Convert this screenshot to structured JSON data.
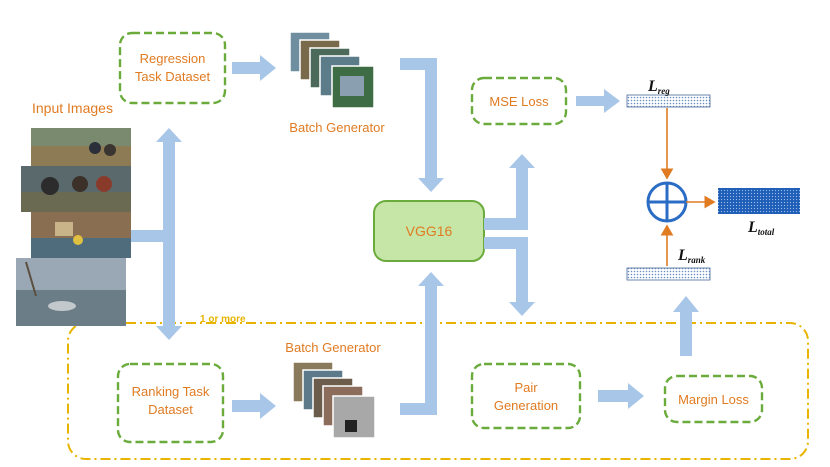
{
  "labels": {
    "input_images": "Input Images",
    "regression_l1": "Regression",
    "regression_l2": "Task Dataset",
    "batch_gen_top": "Batch Generator",
    "vgg": "VGG16",
    "mse": "MSE Loss",
    "one_or_more": "1 or more",
    "ranking_l1": "Ranking Task",
    "ranking_l2": "Dataset",
    "batch_gen_bottom": "Batch Generator",
    "pair_l1": "Pair",
    "pair_l2": "Generation",
    "margin": "Margin Loss",
    "loss_reg_main": "L",
    "loss_reg_sub": "reg",
    "loss_rank_main": "L",
    "loss_rank_sub": "rank",
    "loss_total_main": "L",
    "loss_total_sub": "total"
  },
  "colors": {
    "green_border": "#6aab3c",
    "orange_text": "#e07b22",
    "arrow_blue": "#a8c6e8",
    "vgg_fill": "#c6e6a8",
    "yellow_dash": "#e8b400",
    "plus_blue": "#2b6cc4",
    "total_bar": "#1f5fb8"
  },
  "icons": [
    "flood-photo",
    "plus-circle-icon"
  ]
}
